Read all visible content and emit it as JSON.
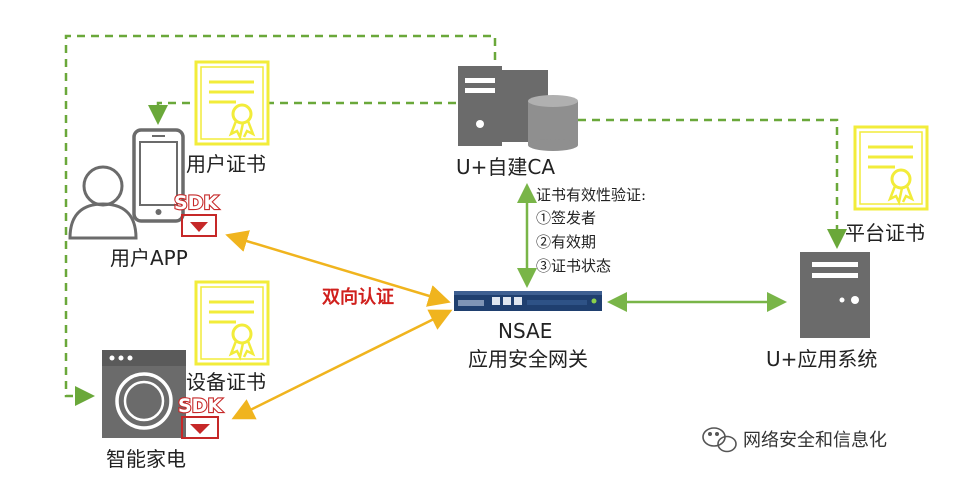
{
  "nodes": {
    "user_app": "用户APP",
    "user_cert": "用户证书",
    "ca": "U+自建CA",
    "device_cert": "设备证书",
    "appliance": "智能家电",
    "gateway_short": "NSAE",
    "gateway_full": "应用安全网关",
    "platform_cert": "平台证书",
    "app_system": "U+应用系统"
  },
  "sdk_label": "SDK",
  "mutual_auth": "双向认证",
  "validation": {
    "title": "证书有效性验证:",
    "items": [
      "①签发者",
      "②有效期",
      "③证书状态"
    ]
  },
  "watermark": "网络安全和信息化",
  "colors": {
    "dashed": "#6aa83a",
    "auth_arrow": "#f0b41e",
    "solid_link": "#79b548",
    "cert": "#f2ec3a",
    "icon_gray": "#6b6b6b",
    "sdk_red": "#c62828"
  }
}
